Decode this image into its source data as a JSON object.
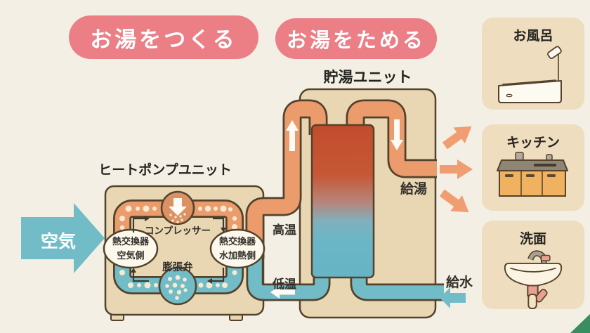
{
  "badges": {
    "make_hot_water": "お湯をつくる",
    "store_hot_water": "お湯をためる"
  },
  "units": {
    "heat_pump_label": "ヒートポンプユニット",
    "storage_label": "貯湯ユニット"
  },
  "heat_pump": {
    "compressor": "コンプレッサー",
    "expansion_valve": "膨張弁",
    "hex_air": {
      "line1": "熱交換器",
      "line2": "空気側"
    },
    "hex_water": {
      "line1": "熱交換器",
      "line2": "水加熱側"
    }
  },
  "flow_labels": {
    "air": "空気",
    "high_temp": "高温",
    "low_temp": "低温",
    "hot_water_out": "給湯",
    "cold_water_in": "給水"
  },
  "destinations": {
    "bath": "お風呂",
    "kitchen": "キッチン",
    "washstand": "洗面"
  },
  "colors": {
    "background": "#f3efe4",
    "badge_pink": "#ec7e86",
    "unit_box_tan": "#e9d6b3",
    "outline_brown": "#54422c",
    "pipe_hot_orange": "#eb9b6c",
    "pipe_cold_teal": "#72bcc8",
    "pipe_dot_cream": "#f7ead0",
    "tank_hot_top": "#c4502f",
    "tank_cold_bottom": "#67b3c5",
    "fan_arrow_orange": "#f09d71",
    "card_tan": "#eeddbe",
    "kitchen_cabinet": "#f0b160",
    "green_corner": "#3a8c61"
  }
}
